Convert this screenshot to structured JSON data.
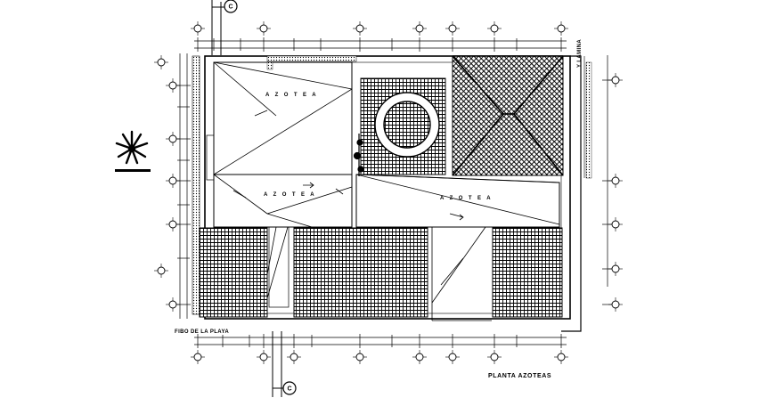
{
  "drawing": {
    "title": "PLANTA AZOTEAS",
    "base_label": "FIBO DE LA PLAYA",
    "north_label": "Y LAMINA",
    "roof_labels": [
      "A Z O T E A",
      "A Z O T E A",
      "A Z O T E A"
    ],
    "section_marker": "C",
    "colors": {
      "line": "#000000",
      "background": "#ffffff"
    }
  }
}
